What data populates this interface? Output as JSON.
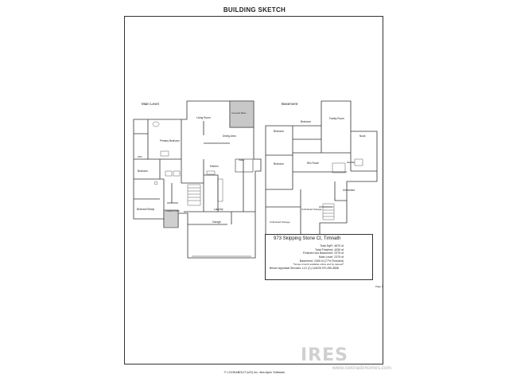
{
  "header": {
    "title": "BUILDING SKETCH"
  },
  "main_level": {
    "title": "Main Level",
    "rooms": {
      "living": "Living Room",
      "covered_patio": "Covered Patio",
      "primary_bed": "Primary Bedroom",
      "dining": "Dining Area",
      "wic": "WIC",
      "kitchen": "Kitchen",
      "patio": "Patio",
      "bedroom": "Bedroom",
      "bedroom_study": "Bedroom/Study",
      "covered_porch": "Covered Porch",
      "laundry": "Laundry",
      "garage": "Garage"
    }
  },
  "basement": {
    "title": "Basement",
    "rooms": {
      "bed1": "Bedroom",
      "bed2": "Bedroom",
      "bed3": "Bedroom",
      "family": "Family Room",
      "nook": "Nook",
      "rec": "Rec Room",
      "wet_bar": "Wet Bar",
      "unfinished": "Unfinished",
      "unf_storage_1": "Unfinished Storage",
      "unf_storage_2": "Unfinished Storage"
    }
  },
  "summary": {
    "address": "973 Skipping Stone Ct, Timnath",
    "total_sqft": "Total SqFt: 4670 sf",
    "total_finished": "Total Finished: 4290 sf",
    "finished_wo_basement": "Finished w/o Basement: 2375 sf",
    "main_level": "Main Level: 2375 sf",
    "basement": "Basement: 2495 sf (77% Finished)",
    "note": "*Scope of work available online and by request*",
    "credit": "Breuer Appraisal Services, LLC  (C) 11/6/26  970-290-3838"
  },
  "page_label": "Page 1",
  "footer": {
    "text": "© LOOKABOUT (US) Inc. dba Apex Software"
  },
  "watermark": {
    "logo": "IRES",
    "url": "www.coloradohomes.com"
  }
}
